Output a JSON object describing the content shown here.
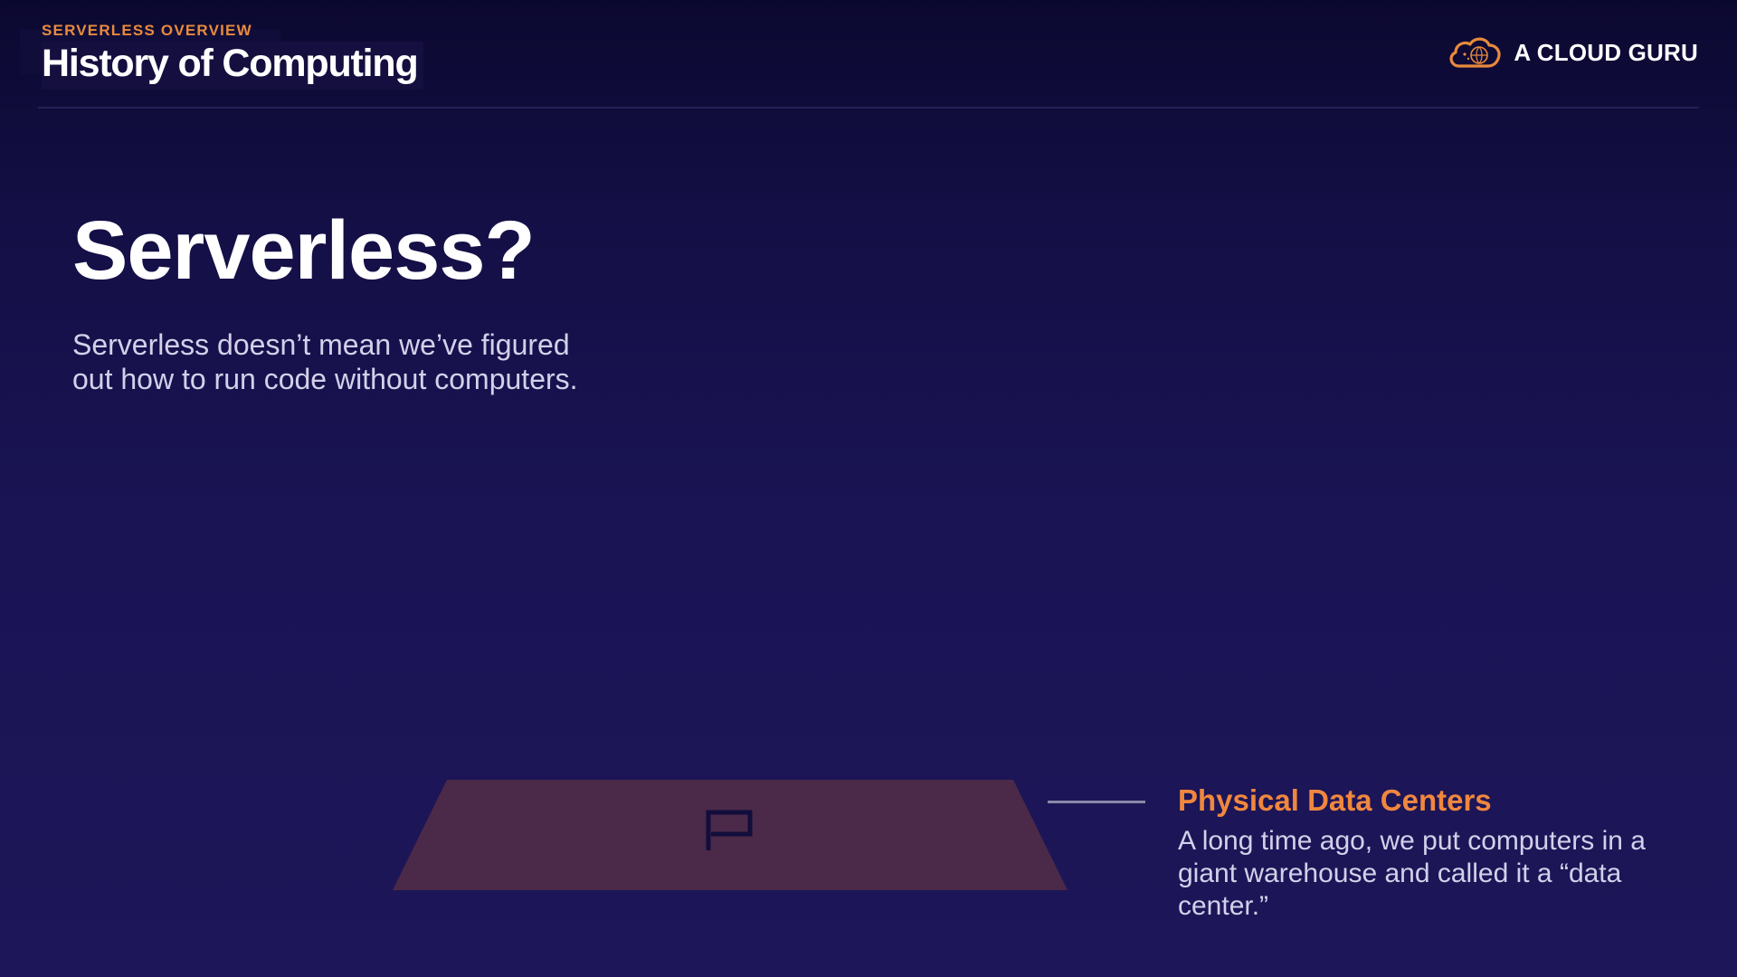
{
  "header": {
    "eyebrow": "SERVERLESS OVERVIEW",
    "title": "History of Computing",
    "brand": "A CLOUD GURU",
    "brand_icon": "cloud-logo-icon"
  },
  "main": {
    "headline": "Serverless?",
    "body": "Serverless doesn’t mean we’ve figured out how to run code without computers."
  },
  "illustration": {
    "icon": "flag-icon"
  },
  "callout": {
    "title": "Physical Data Centers",
    "text": "A long time ago, we put computers in a giant warehouse and called it a “data center.”"
  },
  "colors": {
    "background": "#1a1455",
    "accent": "#f0873e",
    "platform": "#4b2949",
    "flag": "#120e3c",
    "text_muted": "#d3d0ea"
  }
}
